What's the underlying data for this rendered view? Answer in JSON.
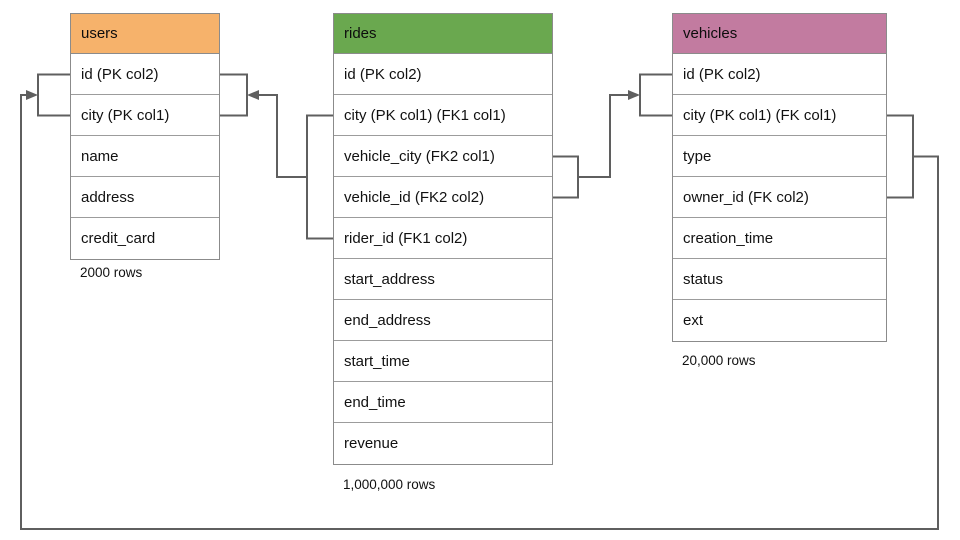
{
  "diagram": {
    "tables": [
      {
        "name": "users",
        "header_color": "#F6B26B",
        "columns": [
          "id (PK col2)",
          "city (PK col1)",
          "name",
          "address",
          "credit_card"
        ],
        "row_count": "2000 rows"
      },
      {
        "name": "rides",
        "header_color": "#6AA84F",
        "columns": [
          "id (PK col2)",
          "city (PK col1) (FK1 col1)",
          "vehicle_city (FK2 col1)",
          "vehicle_id (FK2 col2)",
          "rider_id (FK1 col2)",
          "start_address",
          "end_address",
          "start_time",
          "end_time",
          "revenue"
        ],
        "row_count": "1,000,000 rows"
      },
      {
        "name": "vehicles",
        "header_color": "#C27BA0",
        "columns": [
          "id (PK col2)",
          "city (PK col1) (FK col1)",
          "type",
          "owner_id (FK col2)",
          "creation_time",
          "status",
          "ext"
        ],
        "row_count": "20,000 rows"
      }
    ],
    "relationships": [
      {
        "from": "rides (city, rider_id) FK1",
        "to": "users (id, city)"
      },
      {
        "from": "rides (vehicle_city, vehicle_id) FK2",
        "to": "vehicles (id, city)"
      },
      {
        "from": "vehicles (city, owner_id) FK",
        "to": "users (id, city)"
      }
    ],
    "colors": {
      "connector": "#5f5f5f",
      "table_border": "#8b8b8b",
      "row_divider": "#9c9c9c",
      "background": "#ffffff",
      "text": "#111111"
    }
  }
}
